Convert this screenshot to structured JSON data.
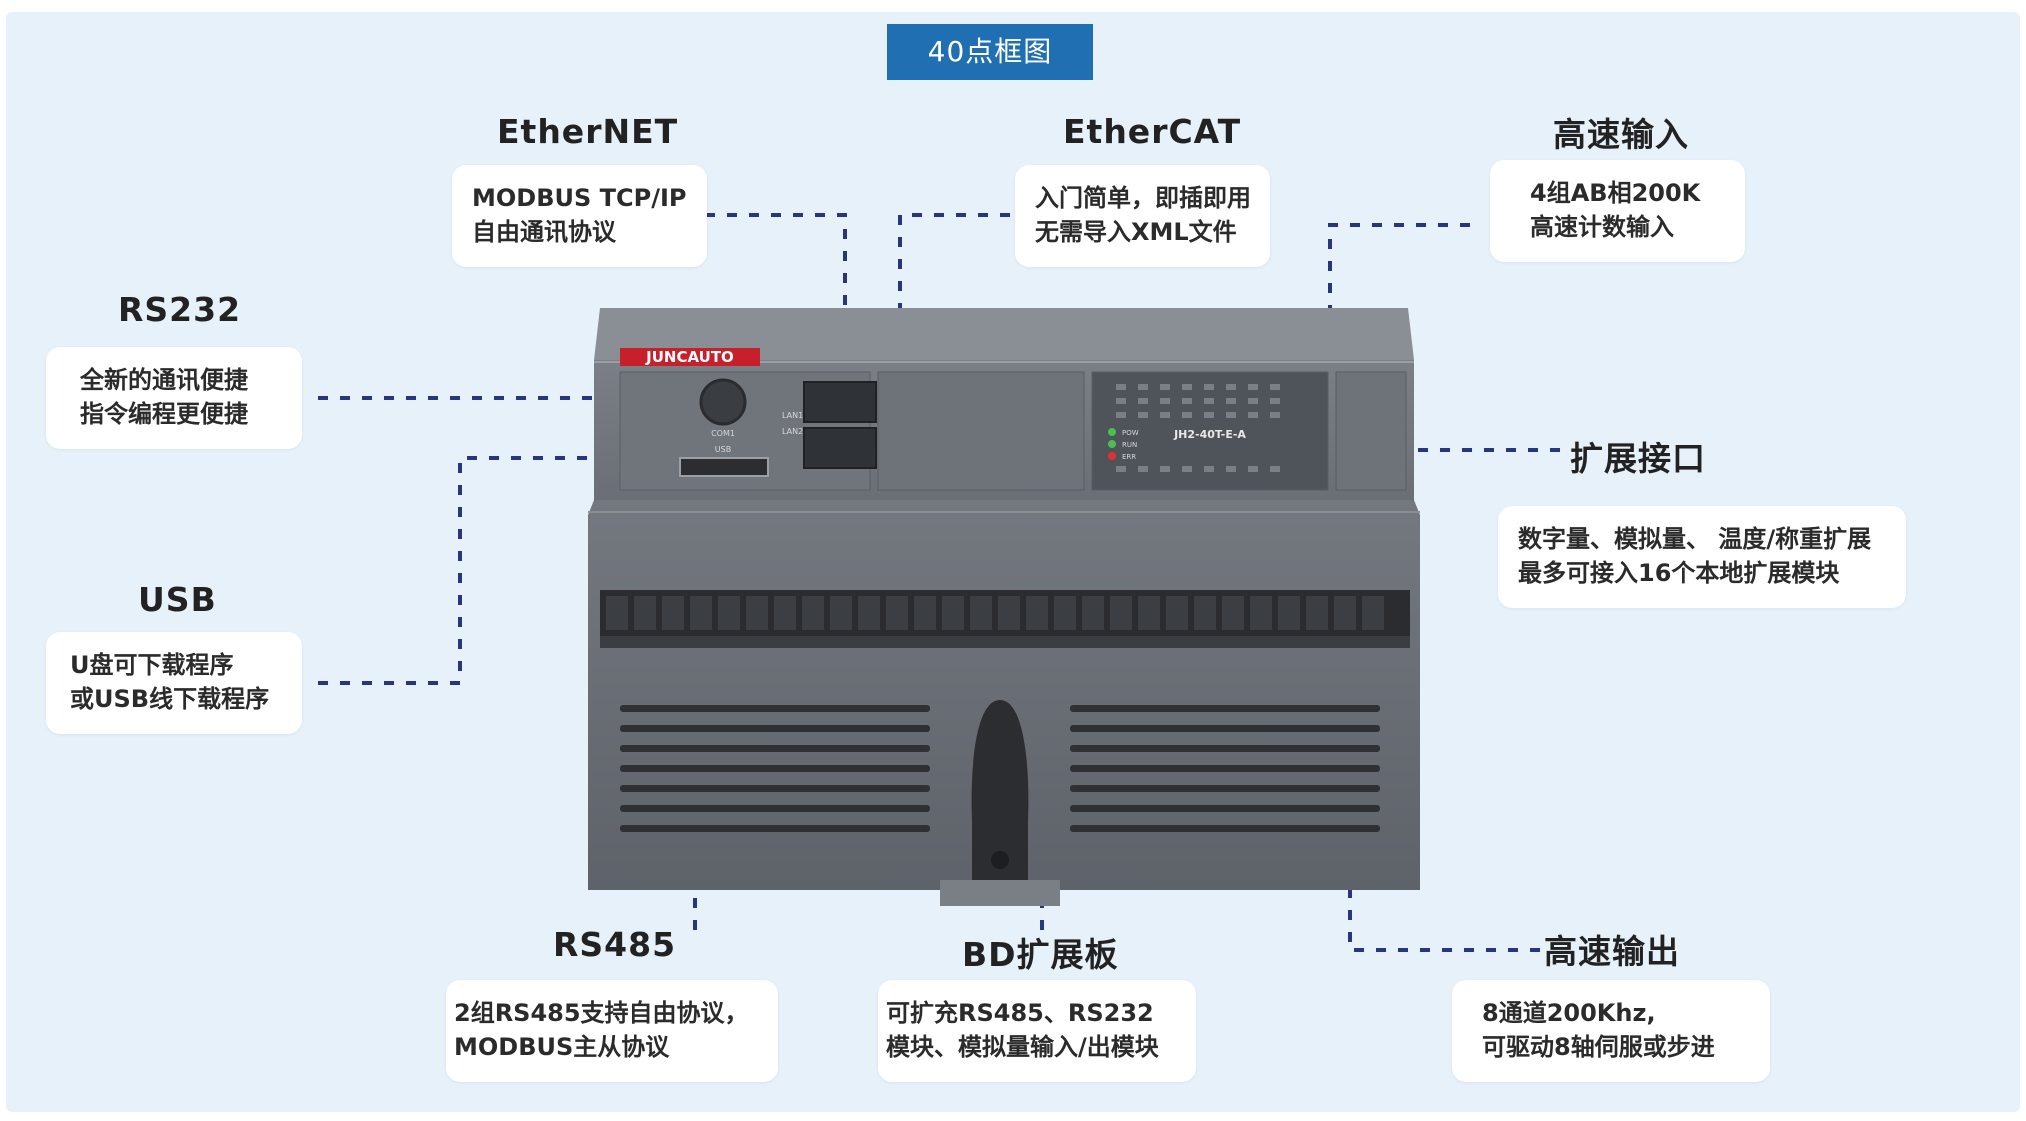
{
  "title": "40点框图",
  "colors": {
    "background": "#e6f1fa",
    "badge": "#1f6fb2",
    "connector": "#2a3580",
    "device_body": "#6c7077",
    "logo": "#c8202a"
  },
  "device": {
    "brand": "JUNCAUTO",
    "model": "JH2-40T-E-A",
    "port_labels": [
      "COM1",
      "USB",
      "LAN1",
      "LAN2"
    ],
    "led_labels": [
      "POW",
      "RUN",
      "ERR"
    ]
  },
  "features": {
    "ethernet": {
      "heading": "EtherNET",
      "lines": [
        "MODBUS TCP/IP",
        "自由通讯协议"
      ]
    },
    "ethercat": {
      "heading": "EtherCAT",
      "lines": [
        "入门简单，即插即用",
        "无需导入XML文件"
      ]
    },
    "high_speed_input": {
      "heading": "高速输入",
      "lines": [
        "4组AB相200K",
        "高速计数输入"
      ]
    },
    "rs232": {
      "heading": "RS232",
      "lines": [
        "全新的通讯便捷",
        "指令编程更便捷"
      ]
    },
    "usb": {
      "heading": "USB",
      "lines": [
        "U盘可下载程序",
        "或USB线下载程序"
      ]
    },
    "expansion": {
      "heading": "扩展接口",
      "lines": [
        "数字量、模拟量、 温度/称重扩展",
        "最多可接入16个本地扩展模块"
      ]
    },
    "rs485": {
      "heading": "RS485",
      "lines": [
        "2组RS485支持自由协议，",
        "MODBUS主从协议"
      ]
    },
    "bd_board": {
      "heading": "BD扩展板",
      "lines": [
        "可扩充RS485、RS232",
        "模块、模拟量输入/出模块"
      ]
    },
    "high_speed_output": {
      "heading": "高速输出",
      "lines": [
        "8通道200Khz,",
        "可驱动8轴伺服或步进"
      ]
    }
  }
}
